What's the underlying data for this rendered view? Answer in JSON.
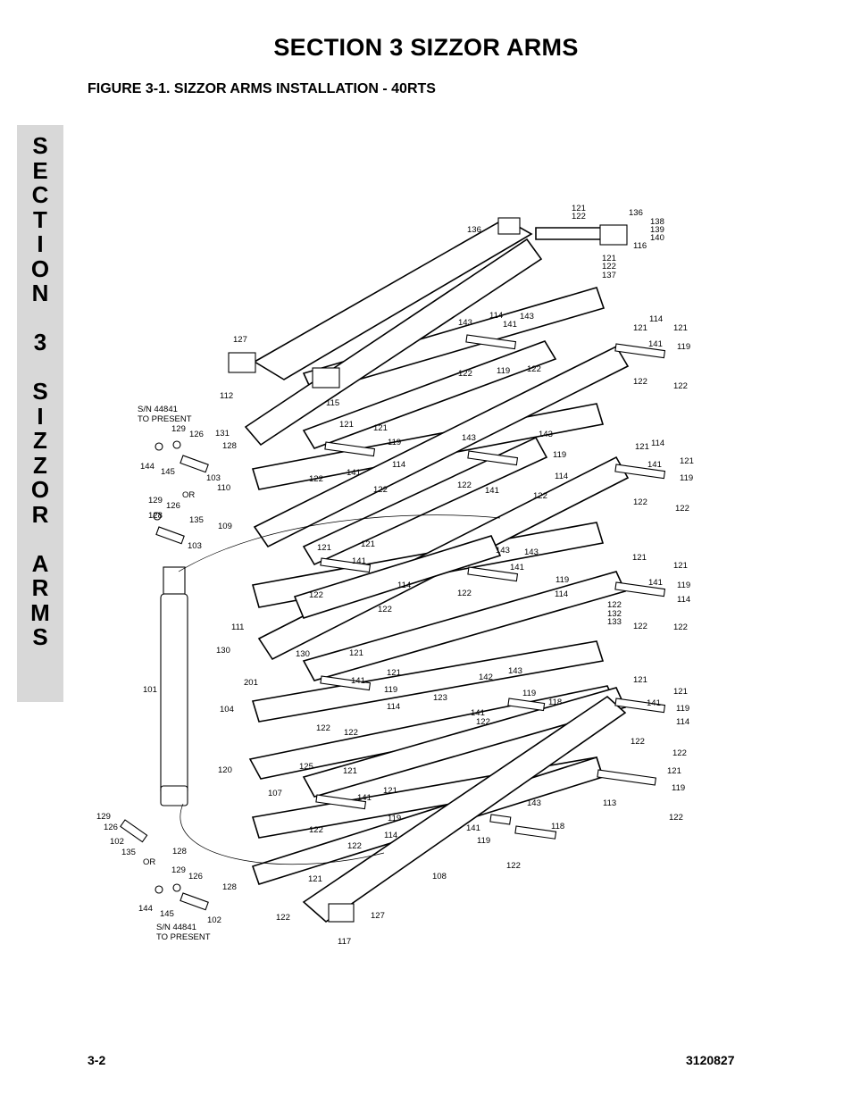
{
  "header": {
    "title": "SECTION 3  SIZZOR ARMS",
    "figure_caption": "FIGURE 3-1.    SIZZOR ARMS INSTALLATION - 40RTS"
  },
  "side_tab": {
    "letters": [
      "S",
      "E",
      "C",
      "T",
      "I",
      "O",
      "N",
      "",
      "3",
      "",
      "S",
      "I",
      "Z",
      "Z",
      "O",
      "R",
      "",
      "A",
      "R",
      "M",
      "S"
    ],
    "background": "#d8d8d8"
  },
  "callouts": {
    "sn_note_top_1": "S/N 44841",
    "sn_note_top_2": "TO PRESENT",
    "or_top": "OR",
    "or_bottom": "OR",
    "sn_note_bottom_1": "S/N 44841",
    "sn_note_bottom_2": "TO PRESENT",
    "labels": {
      "c121a": "121",
      "c122a": "122",
      "c136a": "136",
      "c136b": "136",
      "c138": "138",
      "c139": "139",
      "c140": "140",
      "c116": "116",
      "c121b": "121",
      "c122b": "122",
      "c137": "137",
      "c143a": "143",
      "c114a": "114",
      "c143b": "143",
      "c141a": "141",
      "c122c": "122",
      "c119a": "119",
      "c122d": "122",
      "c114b": "114",
      "c121c": "121",
      "c141b": "141",
      "c119b": "119",
      "c122e": "122",
      "c122f": "122",
      "c127a": "127",
      "c112": "112",
      "c115": "115",
      "c131": "131",
      "c129a": "129",
      "c126a": "126",
      "c128a": "128",
      "c144a": "144",
      "c145a": "145",
      "c103a": "103",
      "c110": "110",
      "c129b": "129",
      "c126b": "126",
      "c135a": "135",
      "c128b": "128",
      "c103b": "103",
      "c109": "109",
      "c121d": "121",
      "c121e": "121",
      "c119c": "119",
      "c114c": "114",
      "c141c": "141",
      "c122g": "122",
      "c122h": "122",
      "c143c": "143",
      "c143d": "143",
      "c119d": "119",
      "c114d": "114",
      "c122i": "122",
      "c141d": "141",
      "c122j": "122",
      "c121f": "121",
      "c114e": "114",
      "c141e": "141",
      "c121g": "121",
      "c119e": "119",
      "c122k": "122",
      "c122l": "122",
      "c121h": "121",
      "c121i": "121",
      "c141f": "141",
      "c114f": "114",
      "c122m": "122",
      "c122n": "122",
      "c143e": "143",
      "c141g": "141",
      "c119f": "119",
      "c114g": "114",
      "c122o": "122",
      "c121j": "121",
      "c121k": "121",
      "c141h": "141",
      "c119g": "119",
      "c114h": "114",
      "c122p": "122",
      "c132": "132",
      "c133": "133",
      "c122q": "122",
      "c122r": "122",
      "c111": "111",
      "c130a": "130",
      "c130b": "130",
      "c121l": "121",
      "c121m": "121",
      "c141i": "141",
      "c119h": "119",
      "c114i": "114",
      "c101": "101",
      "c201": "201",
      "c104": "104",
      "c122s": "122",
      "c122t": "122",
      "c123": "123",
      "c142": "142",
      "c143f": "143",
      "c141j": "141",
      "c119i": "119",
      "c118a": "118",
      "c122u": "122",
      "c121n": "121",
      "c121o": "121",
      "c141k": "141",
      "c119j": "119",
      "c114j": "114",
      "c122v": "122",
      "c122w": "122",
      "c120": "120",
      "c125": "125",
      "c107": "107",
      "c121p": "121",
      "c141l": "141",
      "c121q": "121",
      "c119k": "119",
      "c114k": "114",
      "c122x": "122",
      "c122y": "122",
      "c143g": "143",
      "c141m": "141",
      "c119l": "119",
      "c118b": "118",
      "c122z": "122",
      "c113": "113",
      "c121r": "121",
      "c119m": "119",
      "c122aa": "122",
      "c129c": "129",
      "c126c": "126",
      "c102a": "102",
      "c135b": "135",
      "c128c": "128",
      "c129d": "129",
      "c126d": "126",
      "c128d": "128",
      "c144b": "144",
      "c145b": "145",
      "c102b": "102",
      "c108": "108",
      "c121s": "121",
      "c122ab": "122",
      "c127b": "127",
      "c117": "117"
    }
  },
  "footer": {
    "page_number": "3-2",
    "doc_number": "3120827"
  }
}
